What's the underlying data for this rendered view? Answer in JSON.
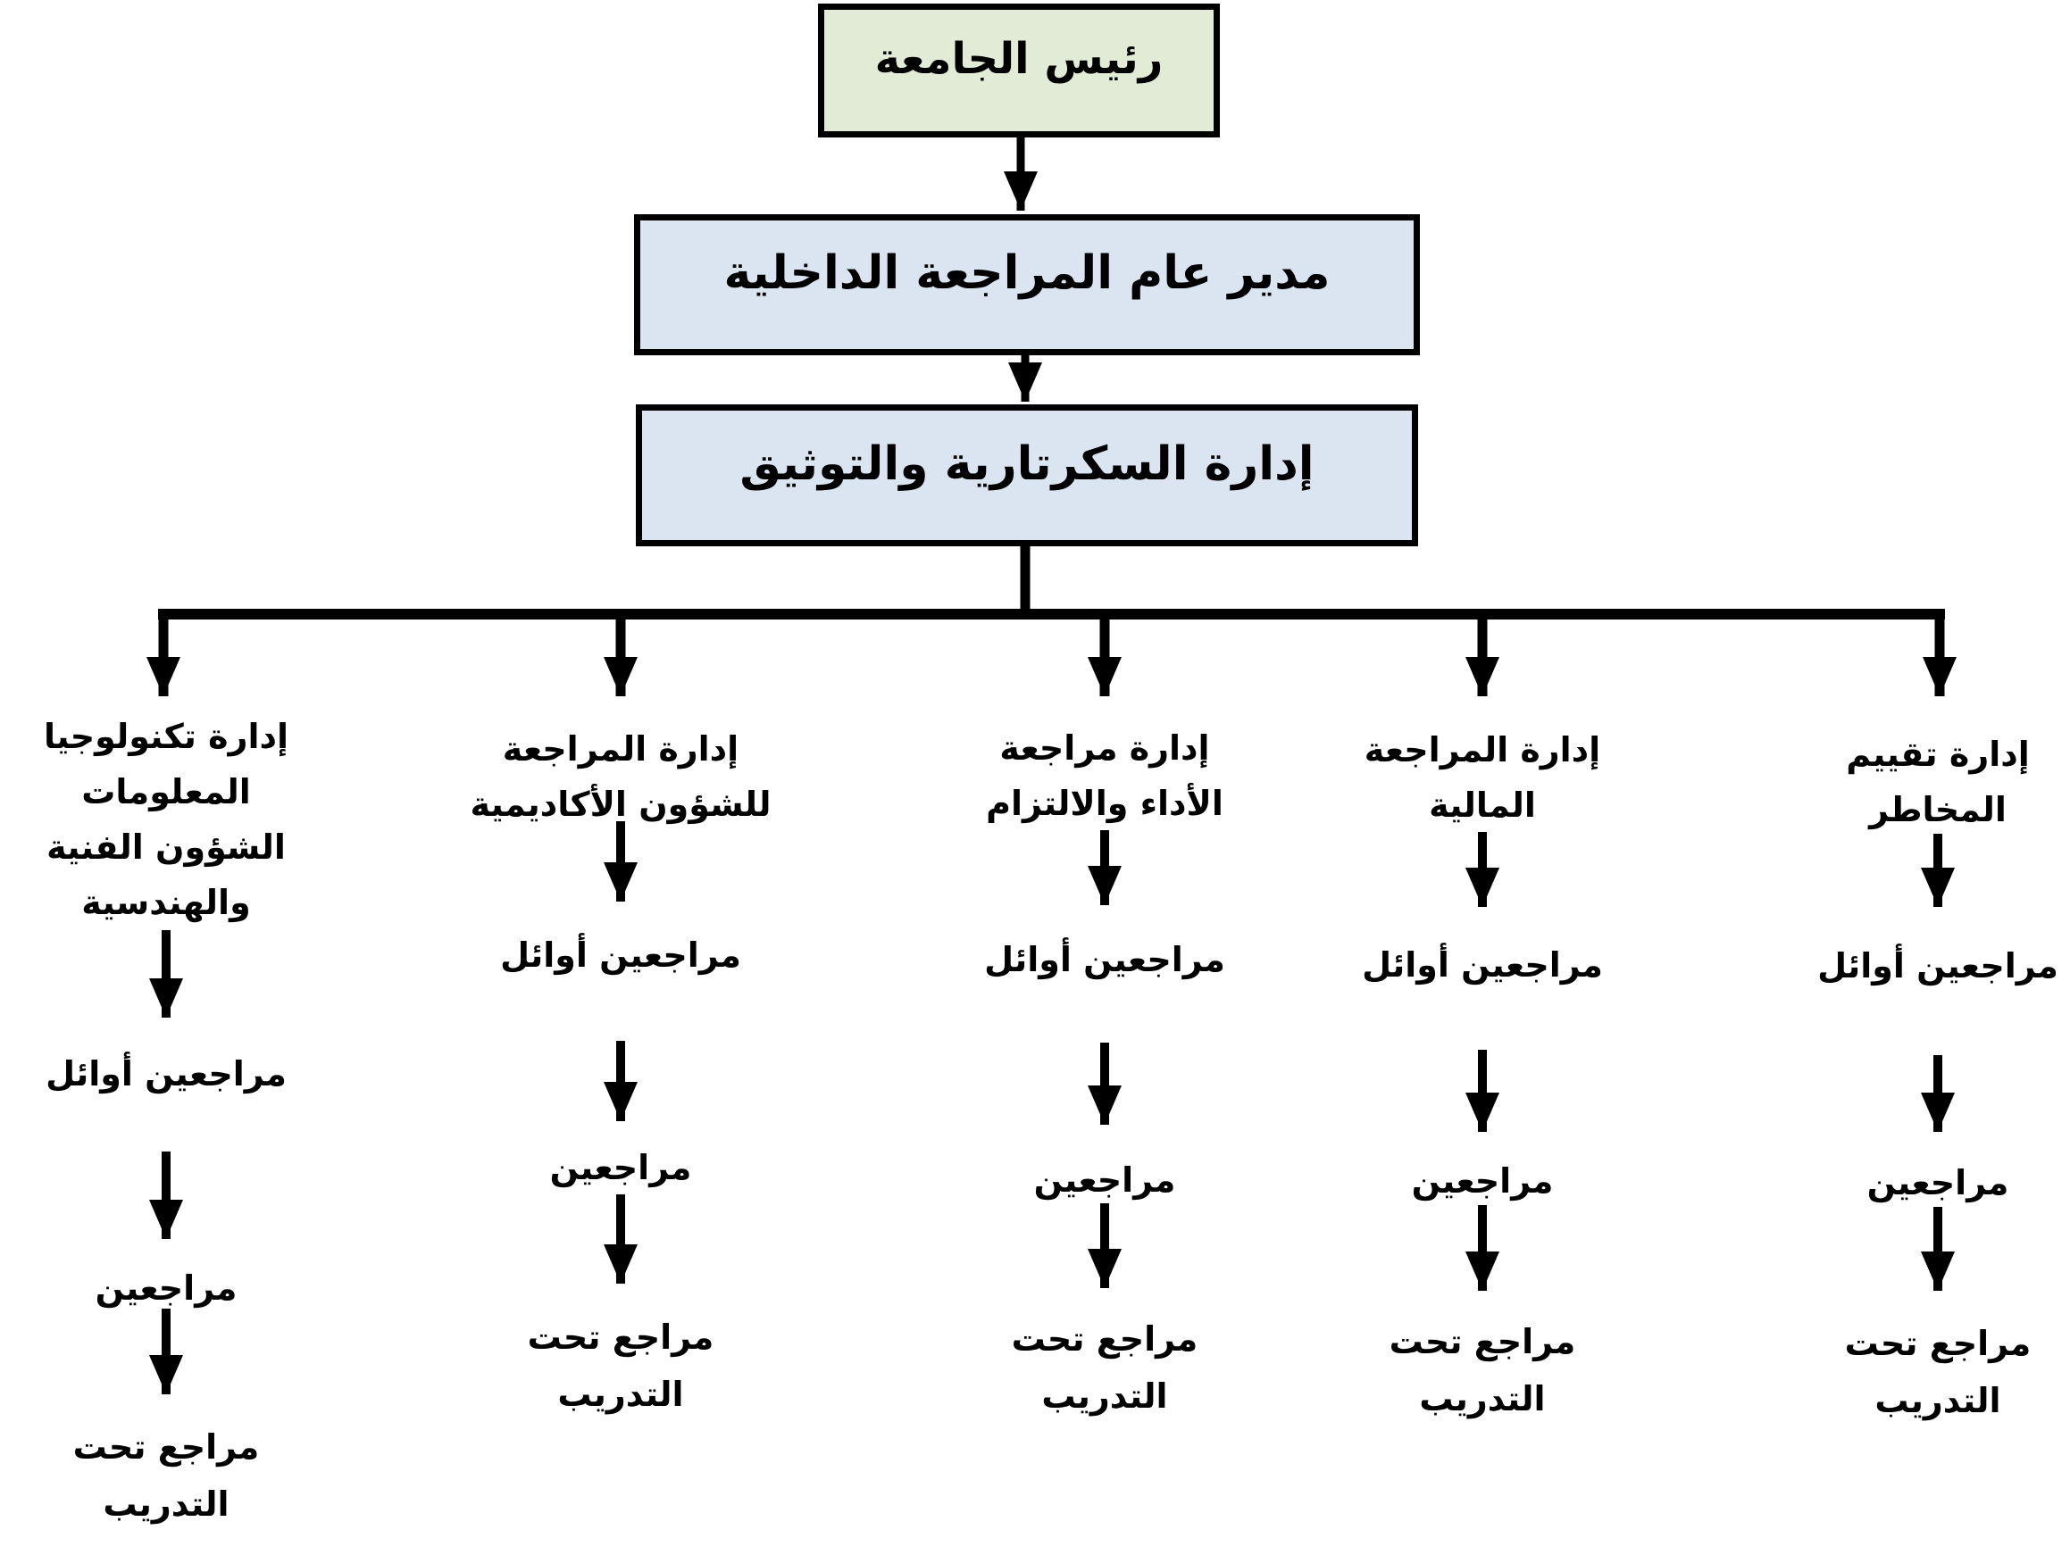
{
  "chart": {
    "type": "org-chart",
    "colors": {
      "root_fill": "#e1ebd5",
      "admin_fill": "#dbe5f1",
      "line": "#000000",
      "background": "#ffffff"
    },
    "root": {
      "label": "رئيس الجامعة"
    },
    "director": {
      "label": "مدير عام المراجعة الداخلية"
    },
    "secretariat": {
      "label": "إدارة السكرتارية والتوثيق"
    },
    "departments": [
      {
        "title_lines": [
          "إدارة تكنولوجيا",
          "المعلومات",
          "الشؤون الفنية",
          "والهندسية"
        ],
        "senior": "مراجعين أوائل",
        "auditors": "مراجعين",
        "trainee_lines": [
          "مراجع تحت",
          "التدريب"
        ]
      },
      {
        "title_lines": [
          "إدارة المراجعة",
          "للشؤون الأكاديمية"
        ],
        "senior": "مراجعين أوائل",
        "auditors": "مراجعين",
        "trainee_lines": [
          "مراجع تحت",
          "التدريب"
        ]
      },
      {
        "title_lines": [
          "إدارة مراجعة",
          "الأداء والالتزام"
        ],
        "senior": "مراجعين أوائل",
        "auditors": "مراجعين",
        "trainee_lines": [
          "مراجع تحت",
          "التدريب"
        ]
      },
      {
        "title_lines": [
          "إدارة المراجعة",
          "المالية"
        ],
        "senior": "مراجعين أوائل",
        "auditors": "مراجعين",
        "trainee_lines": [
          "مراجع تحت",
          "التدريب"
        ]
      },
      {
        "title_lines": [
          "إدارة تقييم",
          "المخاطر"
        ],
        "senior": "مراجعين أوائل",
        "auditors": "مراجعين",
        "trainee_lines": [
          "مراجع تحت",
          "التدريب"
        ]
      }
    ]
  }
}
